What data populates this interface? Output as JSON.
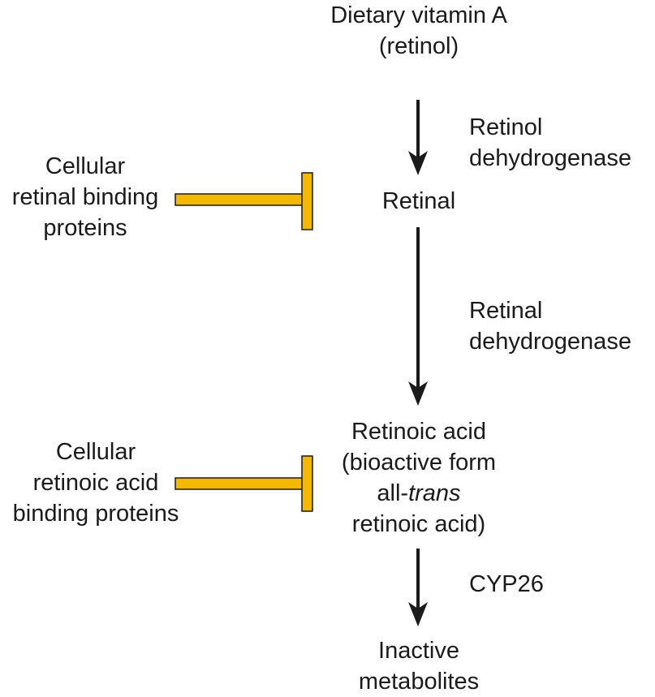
{
  "nodes": {
    "vitamin_a": {
      "line1": "Dietary vitamin A",
      "line2": "(retinol)"
    },
    "retinal": {
      "line1": "Retinal"
    },
    "retinoic_acid": {
      "line1": "Retinoic acid",
      "line2": "(bioactive form",
      "line3_prefix": "all-",
      "line3_italic": "trans",
      "line4": "retinoic acid)"
    },
    "metabolites": {
      "line1": "Inactive",
      "line2": "metabolites"
    }
  },
  "enzymes": {
    "retinol_dh": {
      "line1": "Retinol",
      "line2": "dehydrogenase"
    },
    "retinal_dh": {
      "line1": "Retinal",
      "line2": "dehydrogenase"
    },
    "cyp26": {
      "line1": "CYP26"
    }
  },
  "inhibitors": {
    "crbp": {
      "line1": "Cellular",
      "line2": "retinal binding",
      "line3": "proteins"
    },
    "crabp": {
      "line1": "Cellular",
      "line2": "retinoic acid",
      "line3": "binding proteins"
    }
  },
  "colors": {
    "arrow": "#1a1a1a",
    "inhibitor_fill": "#f5b800",
    "inhibitor_stroke": "#1a1a1a"
  }
}
